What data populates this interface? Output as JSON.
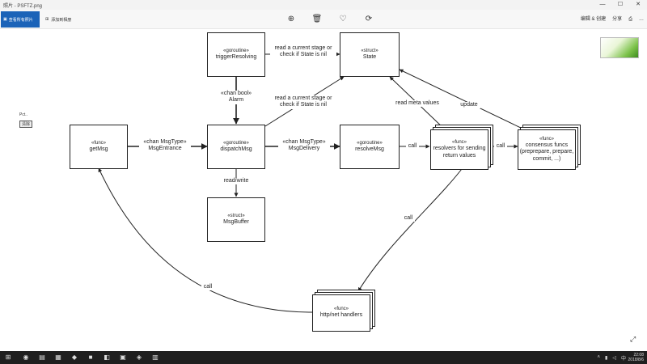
{
  "window": {
    "title": "照片 - PSFTZ.png",
    "minimize": "—",
    "maximize": "☐",
    "close": "✕"
  },
  "toolbar": {
    "primary_label": "查看所有照片",
    "secondary_label": "添加到相册",
    "zoom_icon": "⊕",
    "delete_icon": "🗑",
    "favorite_icon": "♡",
    "rotate_icon": "⟳",
    "edit_label": "编辑 & 创建",
    "share_label": "分享",
    "print_icon": "⎙",
    "more_icon": "…"
  },
  "side_widget": {
    "label": "Pct..",
    "button": "清除"
  },
  "diagram": {
    "nodes": {
      "triggerResolving": {
        "stereotype": "«goroutine»",
        "name": "triggerResolving"
      },
      "state": {
        "stereotype": "«struct»",
        "name": "State"
      },
      "getMsg": {
        "stereotype": "«func»",
        "name": "getMsg"
      },
      "dispatchMsg": {
        "stereotype": "«goroutine»",
        "name": "dispatchMsg"
      },
      "resolveMsg": {
        "stereotype": "«goroutine»",
        "name": "resolveMsg"
      },
      "resolvers": {
        "stereotype": "«func»",
        "name": "resolvers for sending return values"
      },
      "consensus": {
        "stereotype": "«func»",
        "name": "consensus funcs (preprepare, prepare, commit, ...)"
      },
      "msgBuffer": {
        "stereotype": "«struct»",
        "name": "MsgBuffer"
      },
      "httpHandlers": {
        "stereotype": "«func»",
        "name": "http/net handlers"
      }
    },
    "labels": {
      "read_state_1": "read a current stage or check if State is nil",
      "read_state_2": "read a current stage or check if State is nil",
      "alarm": "«chan bool»\nAlarm",
      "msg_entrance": "«chan MsgType»\nMsgEntrance",
      "msg_delivery": "«chan MsgType»\nMsgDelivery",
      "read_write": "read/write",
      "call_resolvers": "call",
      "call_consensus": "call",
      "read_meta": "read meta values",
      "update": "update",
      "call_http": "call",
      "call_getmsg": "call"
    }
  },
  "expand_icon": "⤢",
  "taskbar": {
    "time": "22:08",
    "date": "2018/8/6",
    "lang": "中"
  }
}
